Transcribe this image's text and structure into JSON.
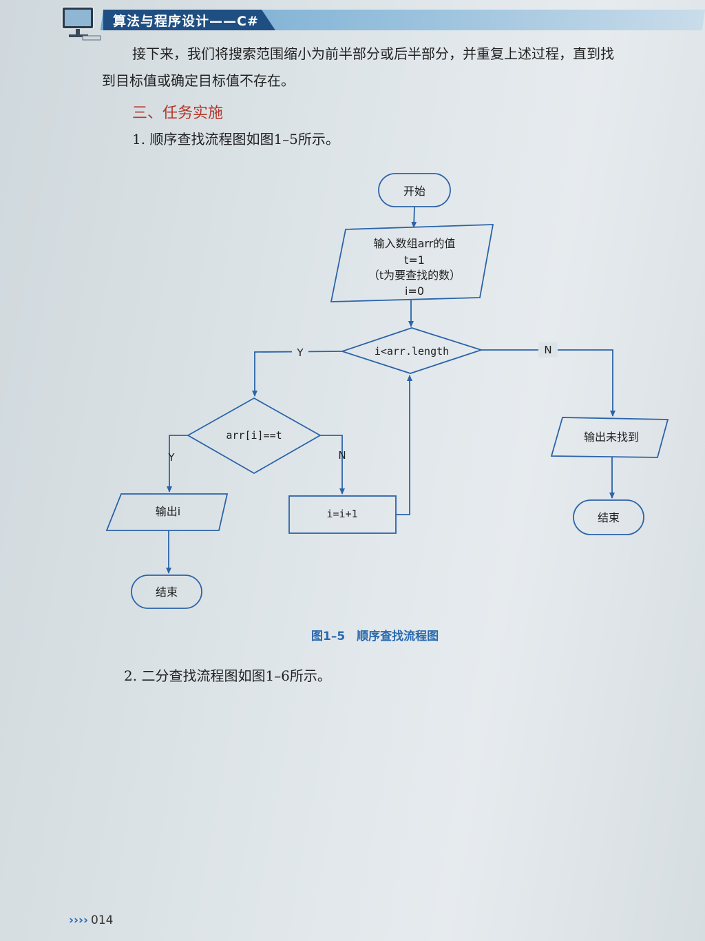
{
  "header": {
    "book_title": "算法与程序设计——C#"
  },
  "body": {
    "para1_line1": "接下来，我们将搜索范围缩小为前半部分或后半部分，并重复上述过程，直到找",
    "para1_line2": "到目标值或确定目标值不存在。",
    "section_heading": "三、任务实施",
    "item1": "1. 顺序查找流程图如图1–5所示。",
    "item2": "2. 二分查找流程图如图1–6所示。"
  },
  "flowchart": {
    "start": "开始",
    "input_line1": "输入数组arr的值",
    "input_line2": "t=1",
    "input_line3": "（t为要查找的数）",
    "input_line4": "i=0",
    "loop_condition": "i<arr.length",
    "compare_condition": "arr[i]==t",
    "output_i": "输出i",
    "increment": "i=i+1",
    "not_found": "输出未找到",
    "end_left": "结束",
    "end_right": "结束",
    "label_loop_yes": "Y",
    "label_loop_no": "N",
    "label_cmp_yes": "Y",
    "label_cmp_no": "N"
  },
  "caption": "图1–5　顺序查找流程图",
  "footer": {
    "arrows": "››››",
    "page_number": "014"
  },
  "colors": {
    "flow_stroke": "#2b63a8",
    "heading_red": "#b23a2c",
    "caption_blue": "#2a6aad",
    "header_dark": "#1f4f82"
  }
}
